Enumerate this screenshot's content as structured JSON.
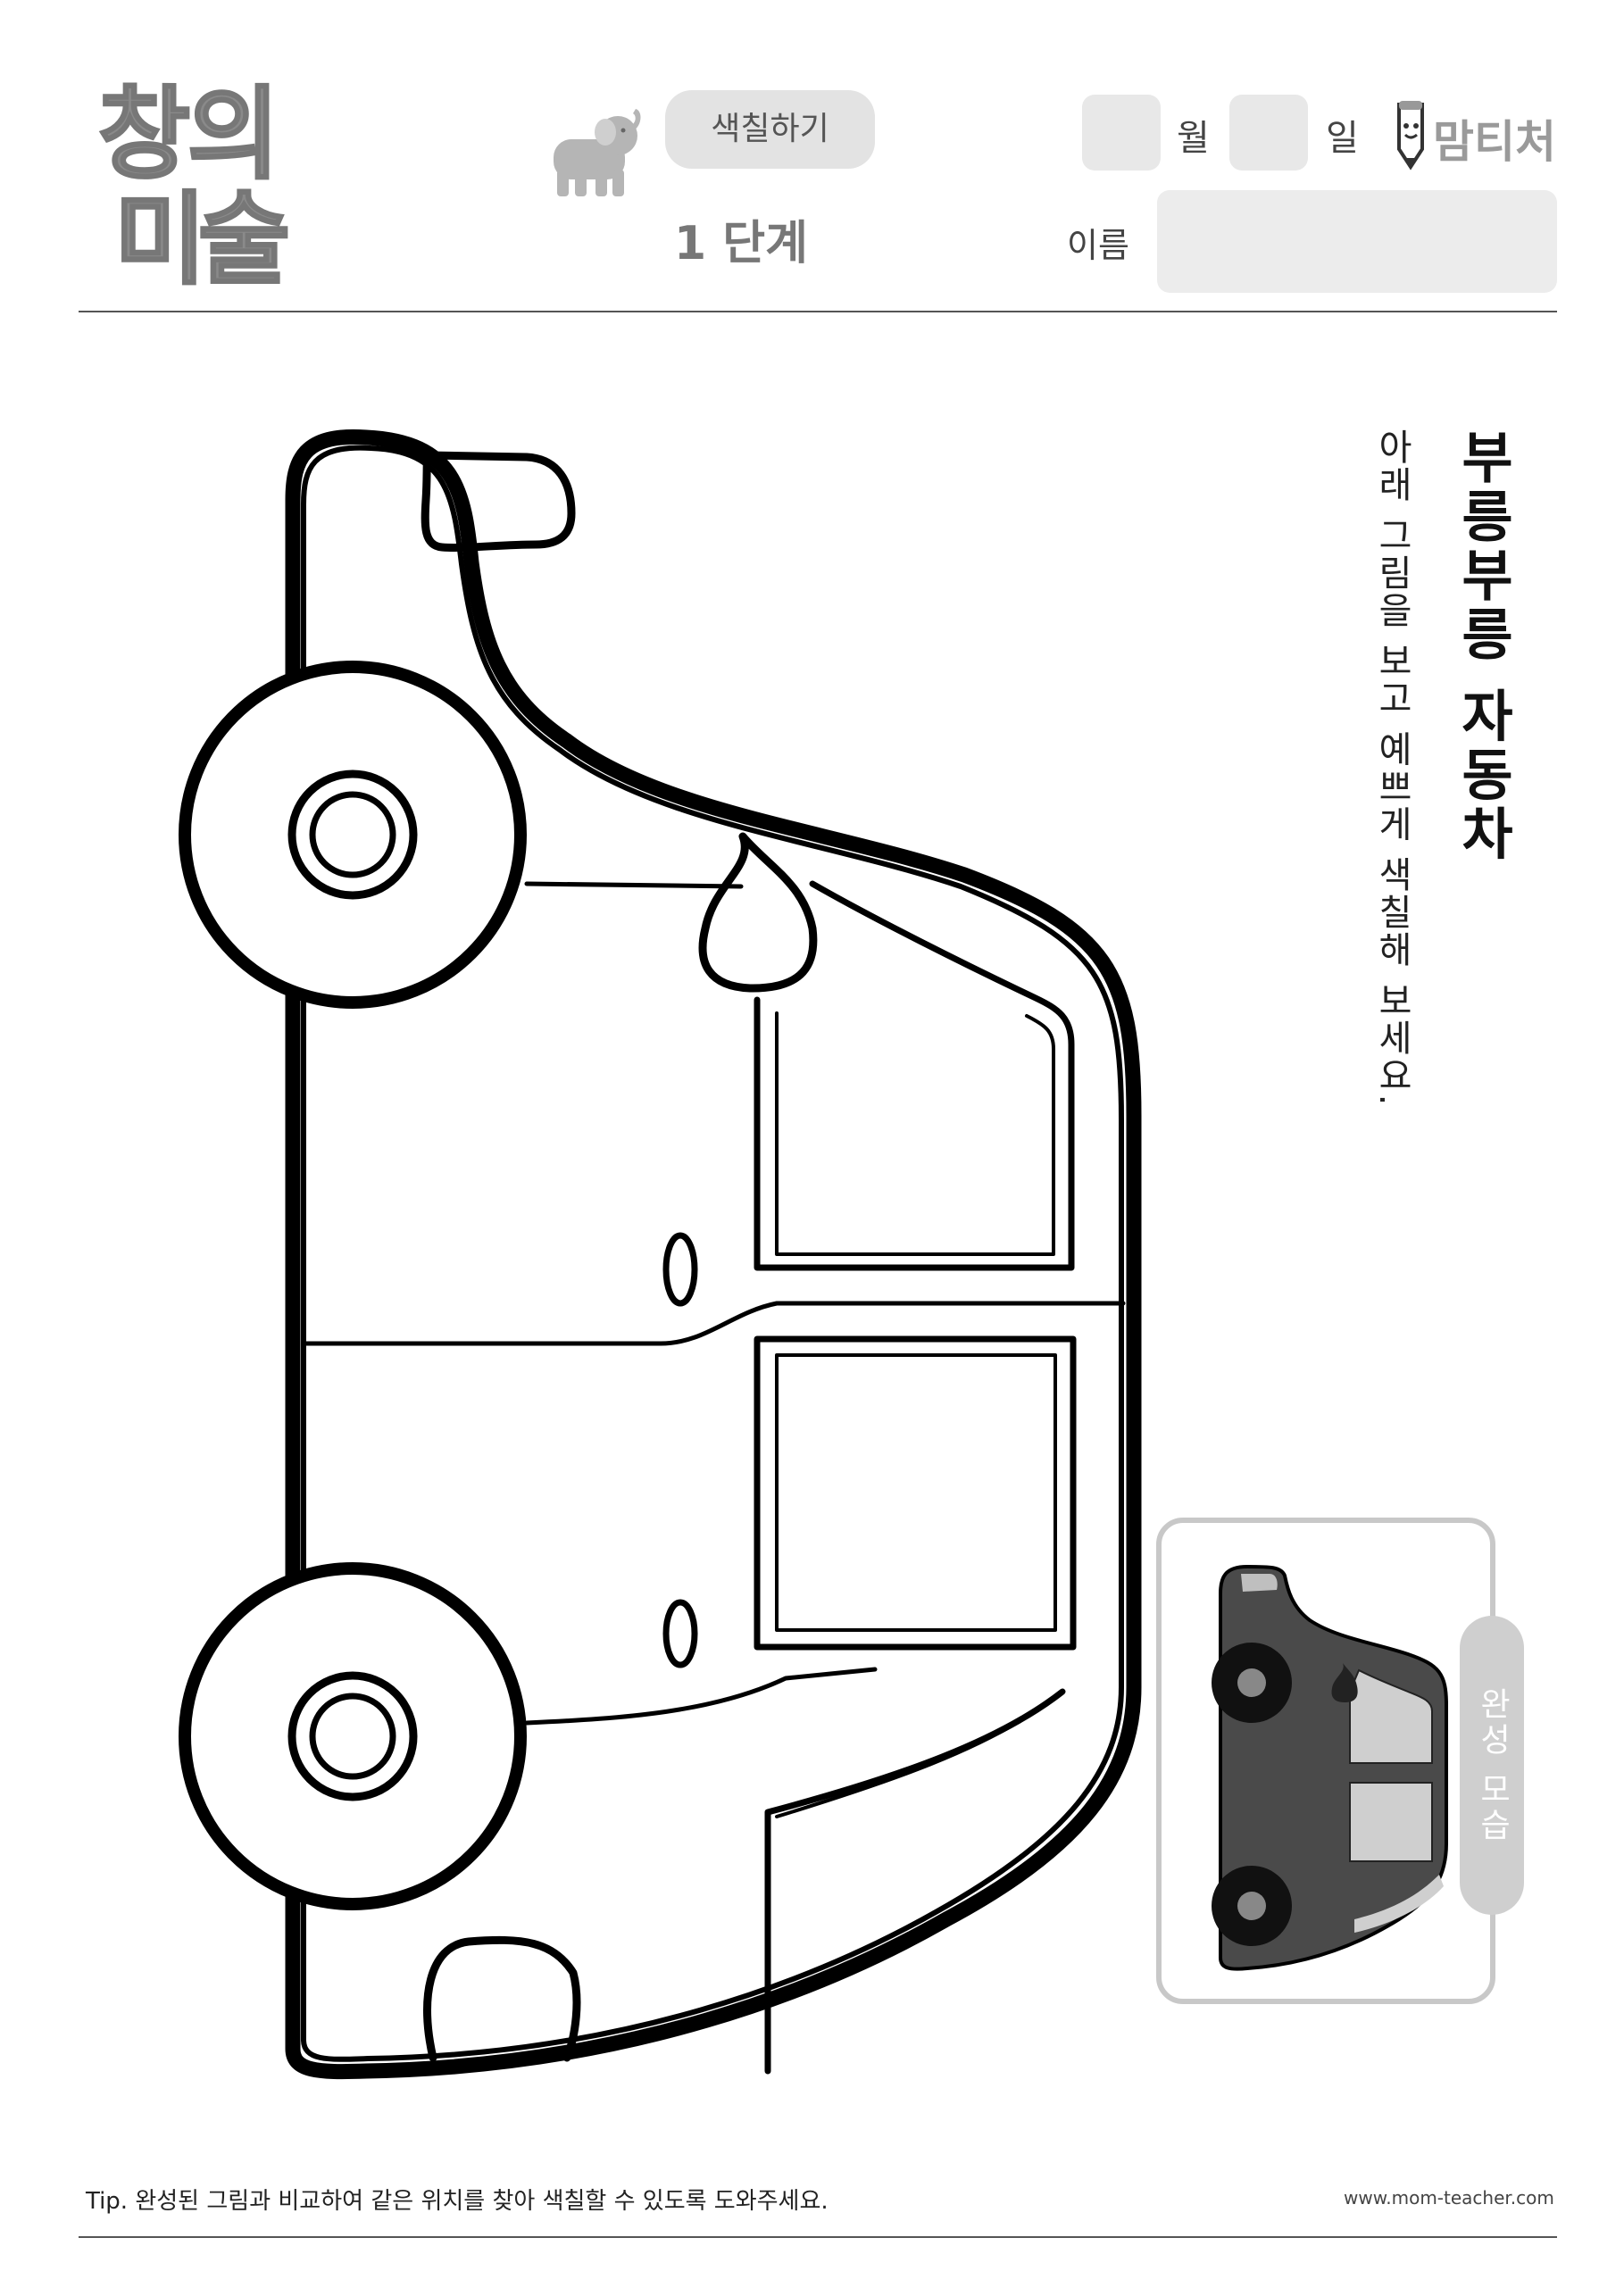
{
  "header": {
    "logo_line1": [
      "창",
      "의"
    ],
    "logo_line2": [
      "미",
      "술"
    ],
    "activity_label": "색칠하기",
    "level_label": "1 단계",
    "month_label": "월",
    "day_label": "일",
    "brand_label": "맘티처",
    "name_label": "이름"
  },
  "worksheet": {
    "title": "부릉부릉 자동차",
    "instruction": "아래 그림을 보고 예쁘게 색칠해 보세요."
  },
  "preview": {
    "label": "완성 모습"
  },
  "footer": {
    "tip": "Tip. 완성된 그림과 비교하여 같은 위치를 찾아 색칠할 수 있도록 도와주세요.",
    "url": "www.mom-teacher.com"
  },
  "colors": {
    "logo_gray": "#8a8a8a",
    "outline": "#000000",
    "preview_body": "#4a4a4a",
    "preview_window": "#cfcfcf",
    "box_gray": "#e8e8e8"
  },
  "icons": {
    "elephant": "elephant-illustration",
    "brand_pencil": "pencil-mascot-icon"
  }
}
